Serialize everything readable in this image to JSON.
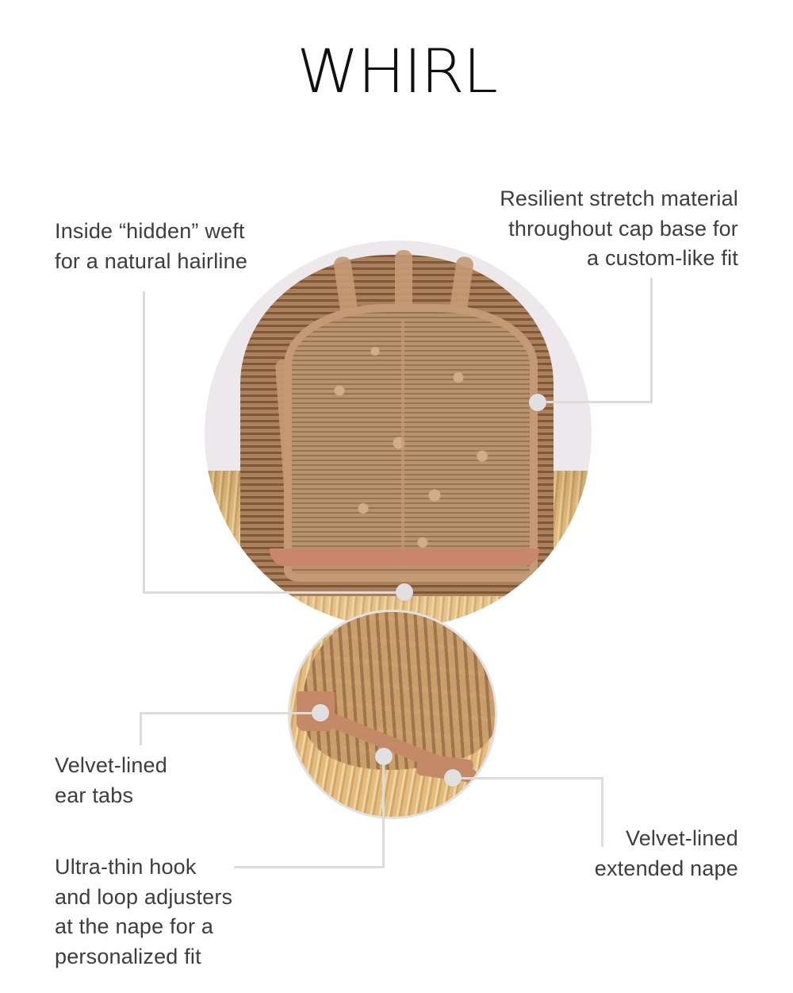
{
  "title": "WHIRL",
  "callouts": {
    "hidden_weft": {
      "lines": [
        "Inside “hidden” weft",
        "for a natural hairline"
      ]
    },
    "stretch_material": {
      "lines": [
        "Resilient stretch material",
        "throughout cap base for",
        "a custom-like fit"
      ]
    },
    "ear_tabs": {
      "lines": [
        "Velvet-lined",
        "ear tabs"
      ]
    },
    "hook_loop": {
      "lines": [
        "Ultra-thin hook",
        "and loop adjusters",
        "at the nape for a",
        "personalized fit"
      ]
    },
    "extended_nape": {
      "lines": [
        "Velvet-lined",
        "extended nape"
      ]
    }
  },
  "images": {
    "large": "wig-cap-interior-top-view",
    "small": "wig-cap-interior-side-view"
  },
  "colors": {
    "title": "#111111",
    "text": "#3d3d3d",
    "leader_line": "#dddcdb",
    "large_circle_bg": "#ece8ec",
    "cap_brown": "#a77c57",
    "velvet_band": "#c8876b",
    "hair_blonde": "#deb97f"
  }
}
